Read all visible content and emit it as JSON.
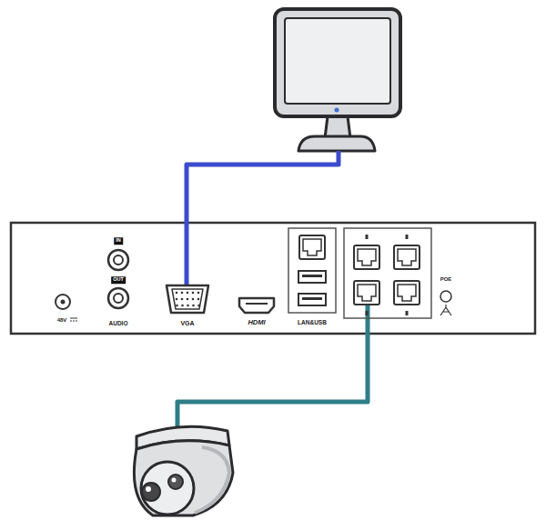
{
  "diagram": {
    "labels": [
      "IN",
      "OUT",
      "AUDIO",
      "48V",
      "VGA",
      "HDMI",
      "LAN&USB",
      "POE"
    ]
  }
}
